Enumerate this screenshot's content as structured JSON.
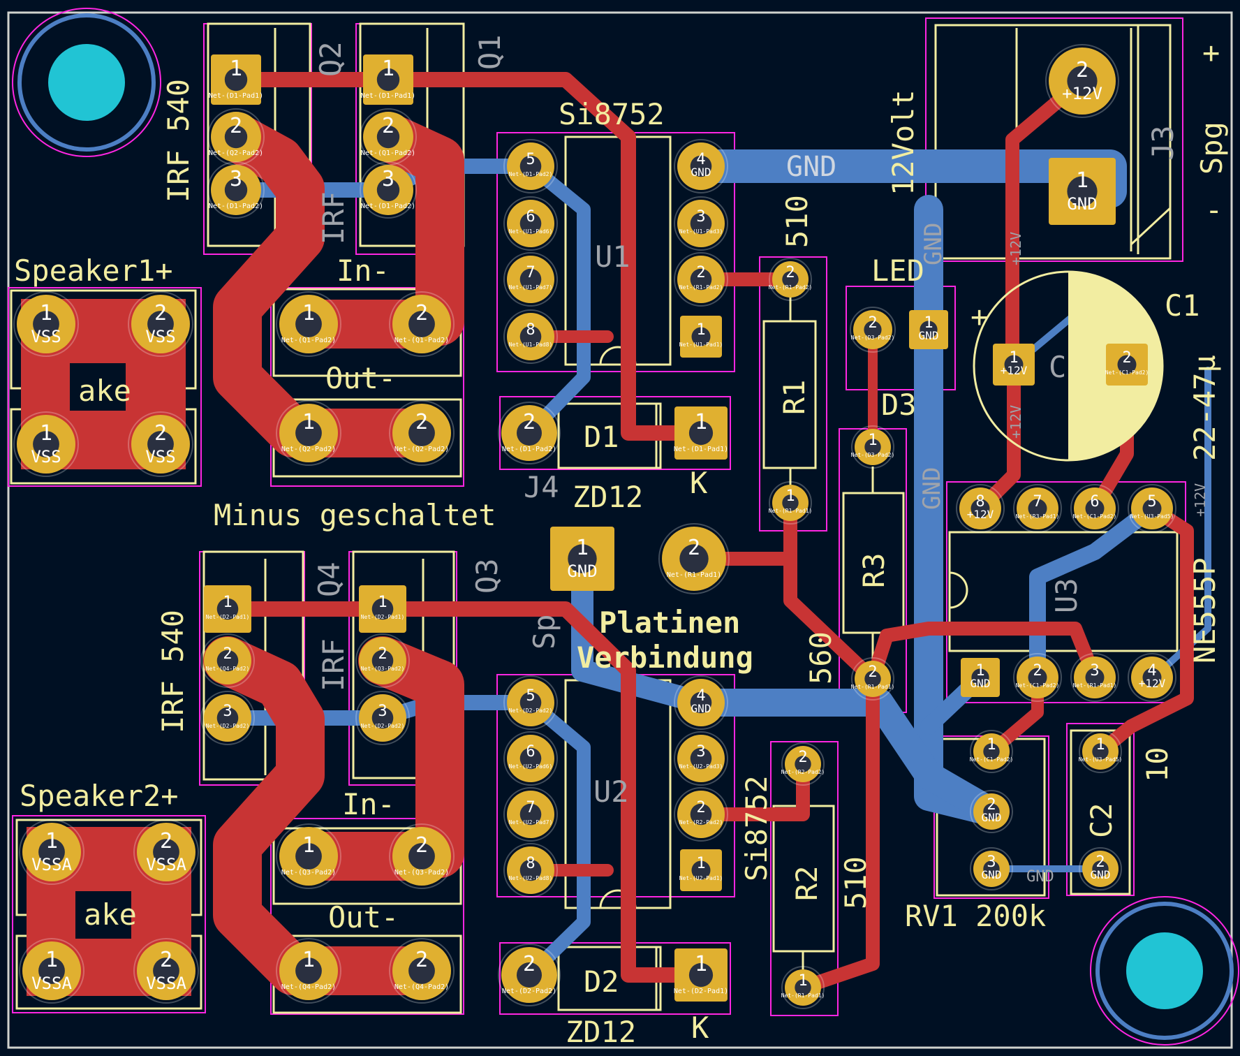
{
  "colors": {
    "background": "#001023",
    "board_edge": "#d0d2cd",
    "front_copper": "#c83434",
    "back_copper": "#4d7fc4",
    "pad": "#e0b030",
    "hole": "#2a3040",
    "silkscreen": "#f2eda1",
    "back_silk": "#a0a4ab",
    "courtyard": "#ff26e2",
    "mounting_hole": "#21c4d4",
    "mounting_ring": "#4d7fc4",
    "pad_text": "#ffffff"
  },
  "silkscreen_labels": {
    "irf540_top": "IRF 540",
    "q2": "Q2",
    "q1": "Q1",
    "si8752_top": "Si8752",
    "gnd_trace_label": "GND",
    "twelve_volt": "12Volt",
    "spg_plus": "+",
    "spg": "Spg",
    "spg_minus": "-",
    "j3": "J3",
    "speaker1_plus": "Speaker1+",
    "speaker1_partial": "ake",
    "in_minus_top": "In-",
    "out_minus_top": "Out-",
    "u1": "U1",
    "r510_top": "510",
    "led": "LED",
    "r1": "R1",
    "d3": "D3",
    "c1": "C1",
    "c1_value": "22-47µ",
    "c_label": "C",
    "plus_c1": "+",
    "d1": "D1",
    "j4": "J4",
    "zd12_top": "ZD12",
    "k_top": "K",
    "minus_geschaltet": "Minus geschaltet",
    "platinen": "Platinen",
    "verbindung": "Verbindung",
    "r3": "R3",
    "r560": "560",
    "ne555p": "NE555P",
    "u3": "U3",
    "irf540_bottom": "IRF 540",
    "q4": "Q4",
    "q3": "Q3",
    "irf_top_back": "IRF",
    "irf_bottom_back": "IRF",
    "sp_back": "Sp",
    "speaker2_plus": "Speaker2+",
    "speaker2_partial": "ake",
    "in_minus_bottom": "In-",
    "out_minus_bottom": "Out-",
    "u2": "U2",
    "si8752_bottom": "Si8752",
    "r2": "R2",
    "r510_bottom": "510",
    "d2": "D2",
    "zd12_bottom": "ZD12",
    "k_bottom": "K",
    "rv1": "RV1 200k",
    "c2": "C2",
    "c2_value": "10",
    "gnd_back_1": "GND",
    "gnd_back_2": "GND",
    "gnd_back_3": "GND",
    "plus12_back_1": "+12V",
    "plus12_back_2": "+12V",
    "plus12_back_3": "+12V"
  },
  "pads": [
    {
      "id": "q2_1",
      "num": "1",
      "net": "Net-(D1-Pad1)"
    },
    {
      "id": "q2_2",
      "num": "2",
      "net": "Net-(Q2-Pad2)"
    },
    {
      "id": "q2_3",
      "num": "3",
      "net": "Net-(D1-Pad2)"
    },
    {
      "id": "q1_1",
      "num": "1",
      "net": "Net-(D1-Pad1)"
    },
    {
      "id": "q1_2",
      "num": "2",
      "net": "Net-(Q1-Pad2)"
    },
    {
      "id": "q1_3",
      "num": "3",
      "net": "Net-(D1-Pad2)"
    },
    {
      "id": "u1_5",
      "num": "5",
      "net": "Net-(D1-Pad2)"
    },
    {
      "id": "u1_6",
      "num": "6",
      "net": "Net-(U1-Pad6)"
    },
    {
      "id": "u1_7",
      "num": "7",
      "net": "Net-(U1-Pad7)"
    },
    {
      "id": "u1_8",
      "num": "8",
      "net": "Net-(U1-Pad8)"
    },
    {
      "id": "u1_4",
      "num": "4",
      "net": "GND"
    },
    {
      "id": "u1_3",
      "num": "3",
      "net": "Net-(U1-Pad3)"
    },
    {
      "id": "u1_2",
      "num": "2",
      "net": "Net-(R1-Pad2)"
    },
    {
      "id": "u1_1",
      "num": "1",
      "net": "Net-(U1-Pad1)"
    },
    {
      "id": "s1_1a",
      "num": "1",
      "net": "VSS"
    },
    {
      "id": "s1_2a",
      "num": "2",
      "net": "VSS"
    },
    {
      "id": "s1_1b",
      "num": "1",
      "net": "VSS"
    },
    {
      "id": "s1_2b",
      "num": "2",
      "net": "VSS"
    },
    {
      "id": "in1_1",
      "num": "1",
      "net": "Net-(Q1-Pad2)"
    },
    {
      "id": "in1_2",
      "num": "2",
      "net": "Net-(Q1-Pad2)"
    },
    {
      "id": "out1_1",
      "num": "1",
      "net": "Net-(Q2-Pad2)"
    },
    {
      "id": "out1_2",
      "num": "2",
      "net": "Net-(Q2-Pad2)"
    },
    {
      "id": "d1_2",
      "num": "2",
      "net": "Net-(D1-Pad2)"
    },
    {
      "id": "d1_1",
      "num": "1",
      "net": "Net-(D1-Pad1)"
    },
    {
      "id": "r1_2",
      "num": "2",
      "net": "Net-(R1-Pad2)"
    },
    {
      "id": "r1_1",
      "num": "1",
      "net": "Net-(R1-Pad1)"
    },
    {
      "id": "d3_2",
      "num": "2",
      "net": "Net-(D3-Pad2)"
    },
    {
      "id": "d3_1",
      "num": "1",
      "net": "GND"
    },
    {
      "id": "r3_1",
      "num": "1",
      "net": "Net-(D3-Pad2)"
    },
    {
      "id": "r3_2",
      "num": "2",
      "net": "Net-(R1-Pad1)"
    },
    {
      "id": "j3_2",
      "num": "2",
      "net": "+12V"
    },
    {
      "id": "j3_1",
      "num": "1",
      "net": "GND"
    },
    {
      "id": "c1_1",
      "num": "1",
      "net": "+12V"
    },
    {
      "id": "c1_2",
      "num": "2",
      "net": "Net-(C1-Pad2)"
    },
    {
      "id": "j4_1",
      "num": "1",
      "net": "GND"
    },
    {
      "id": "j4_2",
      "num": "2",
      "net": "Net-(R1-Pad1)"
    },
    {
      "id": "u3_8",
      "num": "8",
      "net": "+12V"
    },
    {
      "id": "u3_7",
      "num": "7",
      "net": "Net-(R3-Pad1)"
    },
    {
      "id": "u3_6",
      "num": "6",
      "net": "Net-(C1-Pad2)"
    },
    {
      "id": "u3_5",
      "num": "5",
      "net": "Net-(U3-Pad5)"
    },
    {
      "id": "u3_1",
      "num": "1",
      "net": "GND"
    },
    {
      "id": "u3_2",
      "num": "2",
      "net": "Net-(C1-Pad2)"
    },
    {
      "id": "u3_3",
      "num": "3",
      "net": "Net-(R1-Pad1)"
    },
    {
      "id": "u3_4",
      "num": "4",
      "net": "+12V"
    },
    {
      "id": "q4_1",
      "num": "1",
      "net": "Net-(D2-Pad1)"
    },
    {
      "id": "q4_2",
      "num": "2",
      "net": "Net-(Q4-Pad2)"
    },
    {
      "id": "q4_3",
      "num": "3",
      "net": "Net-(D2-Pad2)"
    },
    {
      "id": "q3_1",
      "num": "1",
      "net": "Net-(D2-Pad1)"
    },
    {
      "id": "q3_2",
      "num": "2",
      "net": "Net-(Q3-Pad2)"
    },
    {
      "id": "q3_3",
      "num": "3",
      "net": "Net-(D2-Pad2)"
    },
    {
      "id": "u2_5",
      "num": "5",
      "net": "Net-(D2-Pad2)"
    },
    {
      "id": "u2_6",
      "num": "6",
      "net": "Net-(U2-Pad6)"
    },
    {
      "id": "u2_7",
      "num": "7",
      "net": "Net-(U2-Pad7)"
    },
    {
      "id": "u2_8",
      "num": "8",
      "net": "Net-(U2-Pad8)"
    },
    {
      "id": "u2_4",
      "num": "4",
      "net": "GND"
    },
    {
      "id": "u2_3",
      "num": "3",
      "net": "Net-(U2-Pad3)"
    },
    {
      "id": "u2_2",
      "num": "2",
      "net": "Net-(R2-Pad2)"
    },
    {
      "id": "u2_1",
      "num": "1",
      "net": "Net-(U2-Pad1)"
    },
    {
      "id": "s2_1a",
      "num": "1",
      "net": "VSSA"
    },
    {
      "id": "s2_2a",
      "num": "2",
      "net": "VSSA"
    },
    {
      "id": "s2_1b",
      "num": "1",
      "net": "VSSA"
    },
    {
      "id": "s2_2b",
      "num": "2",
      "net": "VSSA"
    },
    {
      "id": "in2_1",
      "num": "1",
      "net": "Net-(Q3-Pad2)"
    },
    {
      "id": "in2_2",
      "num": "2",
      "net": "Net-(Q3-Pad2)"
    },
    {
      "id": "out2_1",
      "num": "1",
      "net": "Net-(Q4-Pad2)"
    },
    {
      "id": "out2_2",
      "num": "2",
      "net": "Net-(Q4-Pad2)"
    },
    {
      "id": "r2_2",
      "num": "2",
      "net": "Net-(R2-Pad2)"
    },
    {
      "id": "r2_1",
      "num": "1",
      "net": "Net-(R1-Pad1)"
    },
    {
      "id": "d2_2",
      "num": "2",
      "net": "Net-(D2-Pad2)"
    },
    {
      "id": "d2_1",
      "num": "1",
      "net": "Net-(D2-Pad1)"
    },
    {
      "id": "rv1_1",
      "num": "1",
      "net": "Net-(C1-Pad2)"
    },
    {
      "id": "rv1_2",
      "num": "2",
      "net": "GND"
    },
    {
      "id": "rv1_3",
      "num": "3",
      "net": "GND"
    },
    {
      "id": "c2_1",
      "num": "1",
      "net": "Net-(U3-Pad5)"
    },
    {
      "id": "c2_2",
      "num": "2",
      "net": "GND"
    }
  ]
}
